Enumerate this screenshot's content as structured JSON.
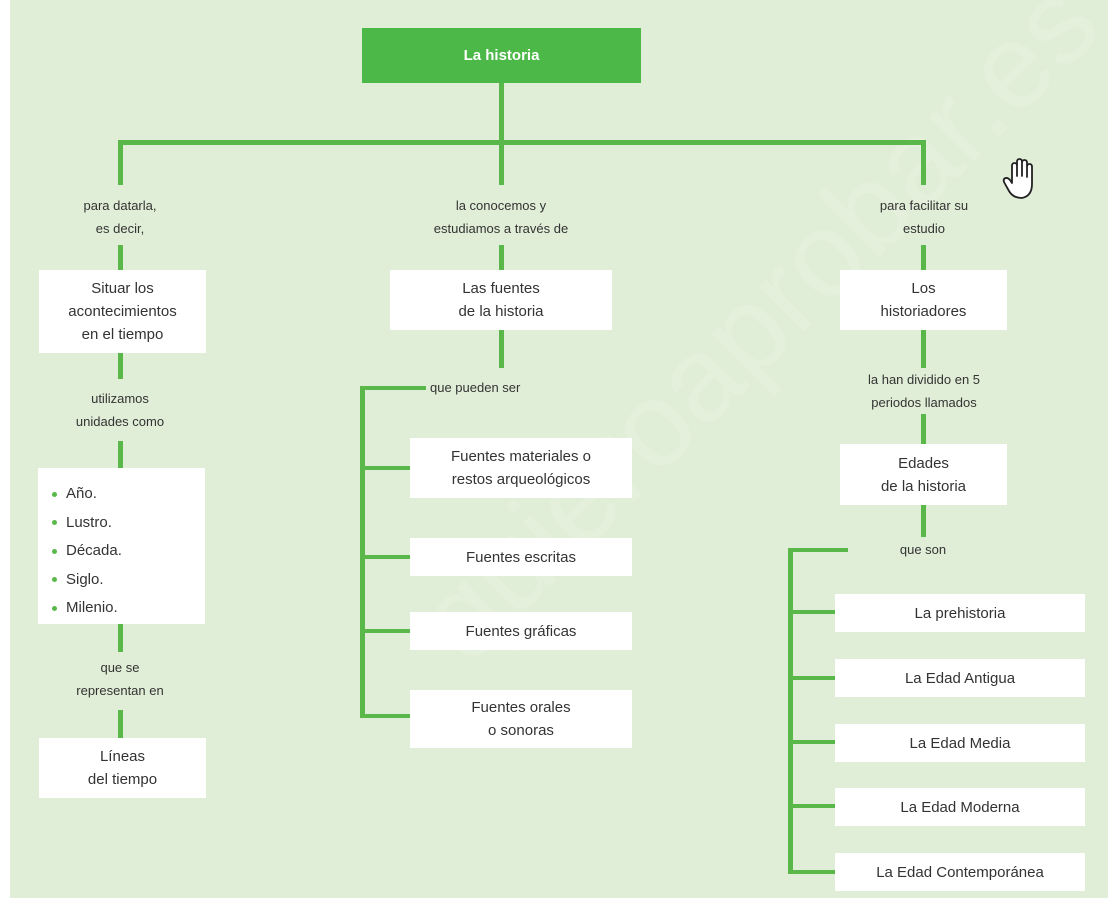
{
  "title": "La historia",
  "left": {
    "connector_1": "para datarla,\nes decir,",
    "box_1": "Situar los\nacontecimientos\nen el tiempo",
    "connector_2": "utilizamos\nunidades como",
    "units": [
      "Año.",
      "Lustro.",
      "Década.",
      "Siglo.",
      "Milenio."
    ],
    "connector_3": "que se\nrepresentan en",
    "box_2": "Líneas\ndel tiempo"
  },
  "middle": {
    "connector_1": "la conocemos y\nestudiamos a través de",
    "box_1": "Las fuentes\nde la historia",
    "connector_2": "que pueden ser",
    "sources": [
      "Fuentes materiales o\nrestos arqueológicos",
      "Fuentes escritas",
      "Fuentes gráficas",
      "Fuentes orales\no sonoras"
    ]
  },
  "right": {
    "connector_1": "para facilitar su\nestudio",
    "box_1": "Los\nhistoriadores",
    "connector_2": "la han dividido en 5\nperiodos llamados",
    "box_2": "Edades\nde la historia",
    "connector_3": "que son",
    "periods": [
      "La prehistoria",
      "La Edad Antigua",
      "La Edad Media",
      "La Edad Moderna",
      "La Edad Contemporánea"
    ]
  },
  "watermark": "quieroaprobar.es",
  "colors": {
    "background": "#e1eed7",
    "line": "#5ab84b",
    "title_box": "#4cb848",
    "box": "#ffffff",
    "text": "#333333"
  },
  "icons": {
    "cursor": "hand-cursor-icon"
  }
}
